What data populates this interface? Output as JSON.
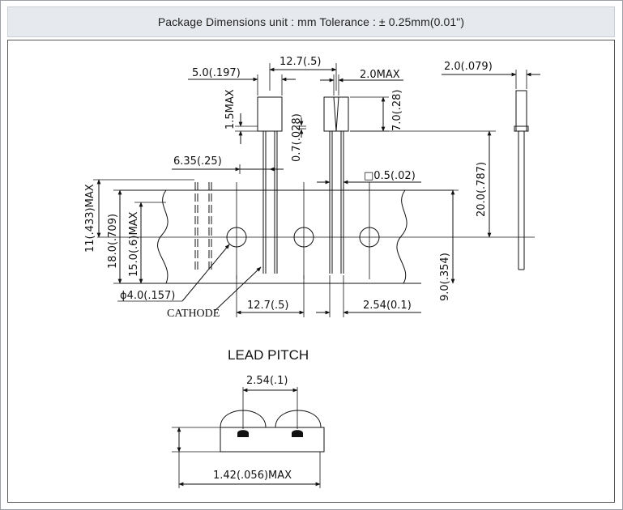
{
  "header": {
    "title": "Package Dimensions   unit : mm  Tolerance : ± 0.25mm(0.01\")"
  },
  "dimensions": {
    "top_pitch": "12.7(.5)",
    "body_width": "5.0(.197)",
    "body_depth_max": "2.0MAX",
    "side_width": "2.0(.079)",
    "flange_max": "1.5MAX",
    "body_height": "7.0(.28)",
    "lead_pin": "0.7(.028)",
    "spacing": "6.35(.25)",
    "lead_square": "□0.5(.02)",
    "lead_length": "20.0(.787)",
    "tape_width_max": "11(.433)MAX",
    "tape_total": "18.0(.709)",
    "tape_inner_max": "15.0(.6)MAX",
    "hole_dia": "ϕ4.0(.157)",
    "cathode": "CATHODE",
    "feed_pitch": "12.7(.5)",
    "lead_spacing": "2.54(0.1)",
    "hole_to_edge": "9.0(.354)"
  },
  "lead_pitch": {
    "title": "LEAD PITCH",
    "pitch": "2.54(.1)",
    "height_max": "1.42(.056)MAX"
  }
}
